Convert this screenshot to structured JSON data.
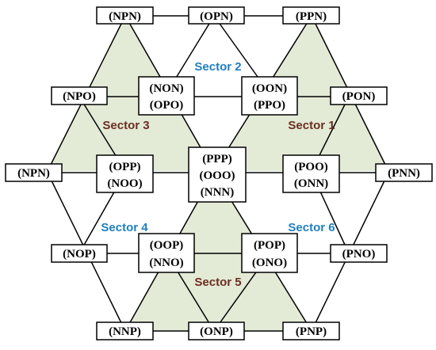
{
  "colors": {
    "triangle_fill": "#e3ead6",
    "line": "#000000",
    "sector_blue": "#1f7fbf",
    "sector_brown": "#6b2d22"
  },
  "nodes": {
    "npn_top": [
      "(NPN)"
    ],
    "opn": [
      "(OPN)"
    ],
    "ppn": [
      "(PPN)"
    ],
    "npo": [
      "(NPO)"
    ],
    "non": [
      "(NON)",
      "(OPO)"
    ],
    "oon": [
      "(OON)",
      "(PPO)"
    ],
    "pon": [
      "(PON)"
    ],
    "npn_left": [
      "(NPN)"
    ],
    "opp": [
      "(OPP)",
      "(NOO)"
    ],
    "ppp": [
      "(PPP)",
      "(OOO)",
      "(NNN)"
    ],
    "poo": [
      "(POO)",
      "(ONN)"
    ],
    "pnn": [
      "(PNN)"
    ],
    "nop": [
      "(NOP)"
    ],
    "oop": [
      "(OOP)",
      "(NNO)"
    ],
    "pop": [
      "(POP)",
      "(ONO)"
    ],
    "pno": [
      "(PNO)"
    ],
    "nnp": [
      "(NNP)"
    ],
    "onp": [
      "(ONP)"
    ],
    "pnp": [
      "(PNP)"
    ]
  },
  "sectors": {
    "s1": "Sector 1",
    "s2": "Sector 2",
    "s3": "Sector 3",
    "s4": "Sector 4",
    "s5": "Sector 5",
    "s6": "Sector 6"
  }
}
